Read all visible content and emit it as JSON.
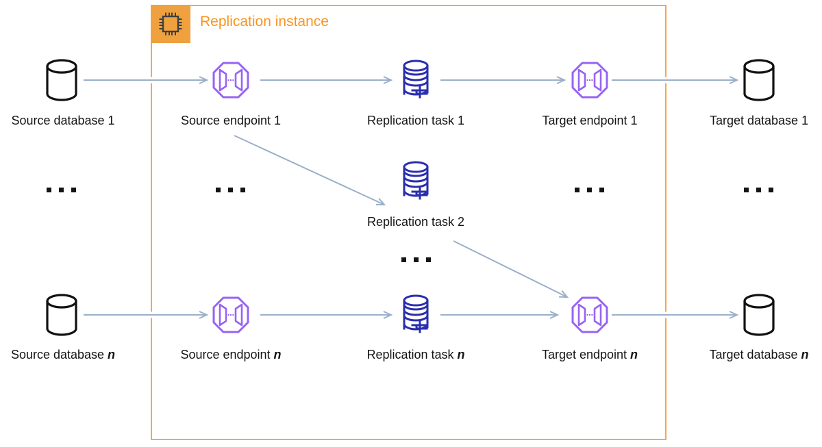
{
  "group": {
    "label": "Replication instance"
  },
  "nodes": {
    "source_db_1": {
      "label": "Source database 1",
      "var": ""
    },
    "source_endpoint_1": {
      "label": "Source endpoint 1",
      "var": ""
    },
    "replication_task_1": {
      "label": "Replication task 1",
      "var": ""
    },
    "target_endpoint_1": {
      "label": "Target endpoint 1",
      "var": ""
    },
    "target_db_1": {
      "label": "Target database 1",
      "var": ""
    },
    "replication_task_2": {
      "label": "Replication task 2",
      "var": ""
    },
    "source_db_n": {
      "label": "Source database ",
      "var": "n"
    },
    "source_endpoint_n": {
      "label": "Source endpoint ",
      "var": "n"
    },
    "replication_task_n": {
      "label": "Replication task ",
      "var": "n"
    },
    "target_endpoint_n": {
      "label": "Target endpoint ",
      "var": "n"
    },
    "target_db_n": {
      "label": "Target database ",
      "var": "n"
    }
  },
  "icons": {
    "replication_instance": "chip-icon",
    "database": "database-cylinder-icon",
    "endpoint": "endpoint-octagon-icon",
    "replication_task": "dms-database-stack-icon",
    "ellipsis": "horizontal-ellipsis-dots"
  },
  "colors": {
    "accent_orange": "#F8941D",
    "fill_orange": "#EFA13F",
    "border_orange": "#F4A74F",
    "endpoint_purple": "#9763F3",
    "task_navy": "#2A2EAE",
    "arrow_blue": "#9AAFC9",
    "db_black": "#111111",
    "chip_dark": "#3F3F3F",
    "text_black": "#141414"
  }
}
